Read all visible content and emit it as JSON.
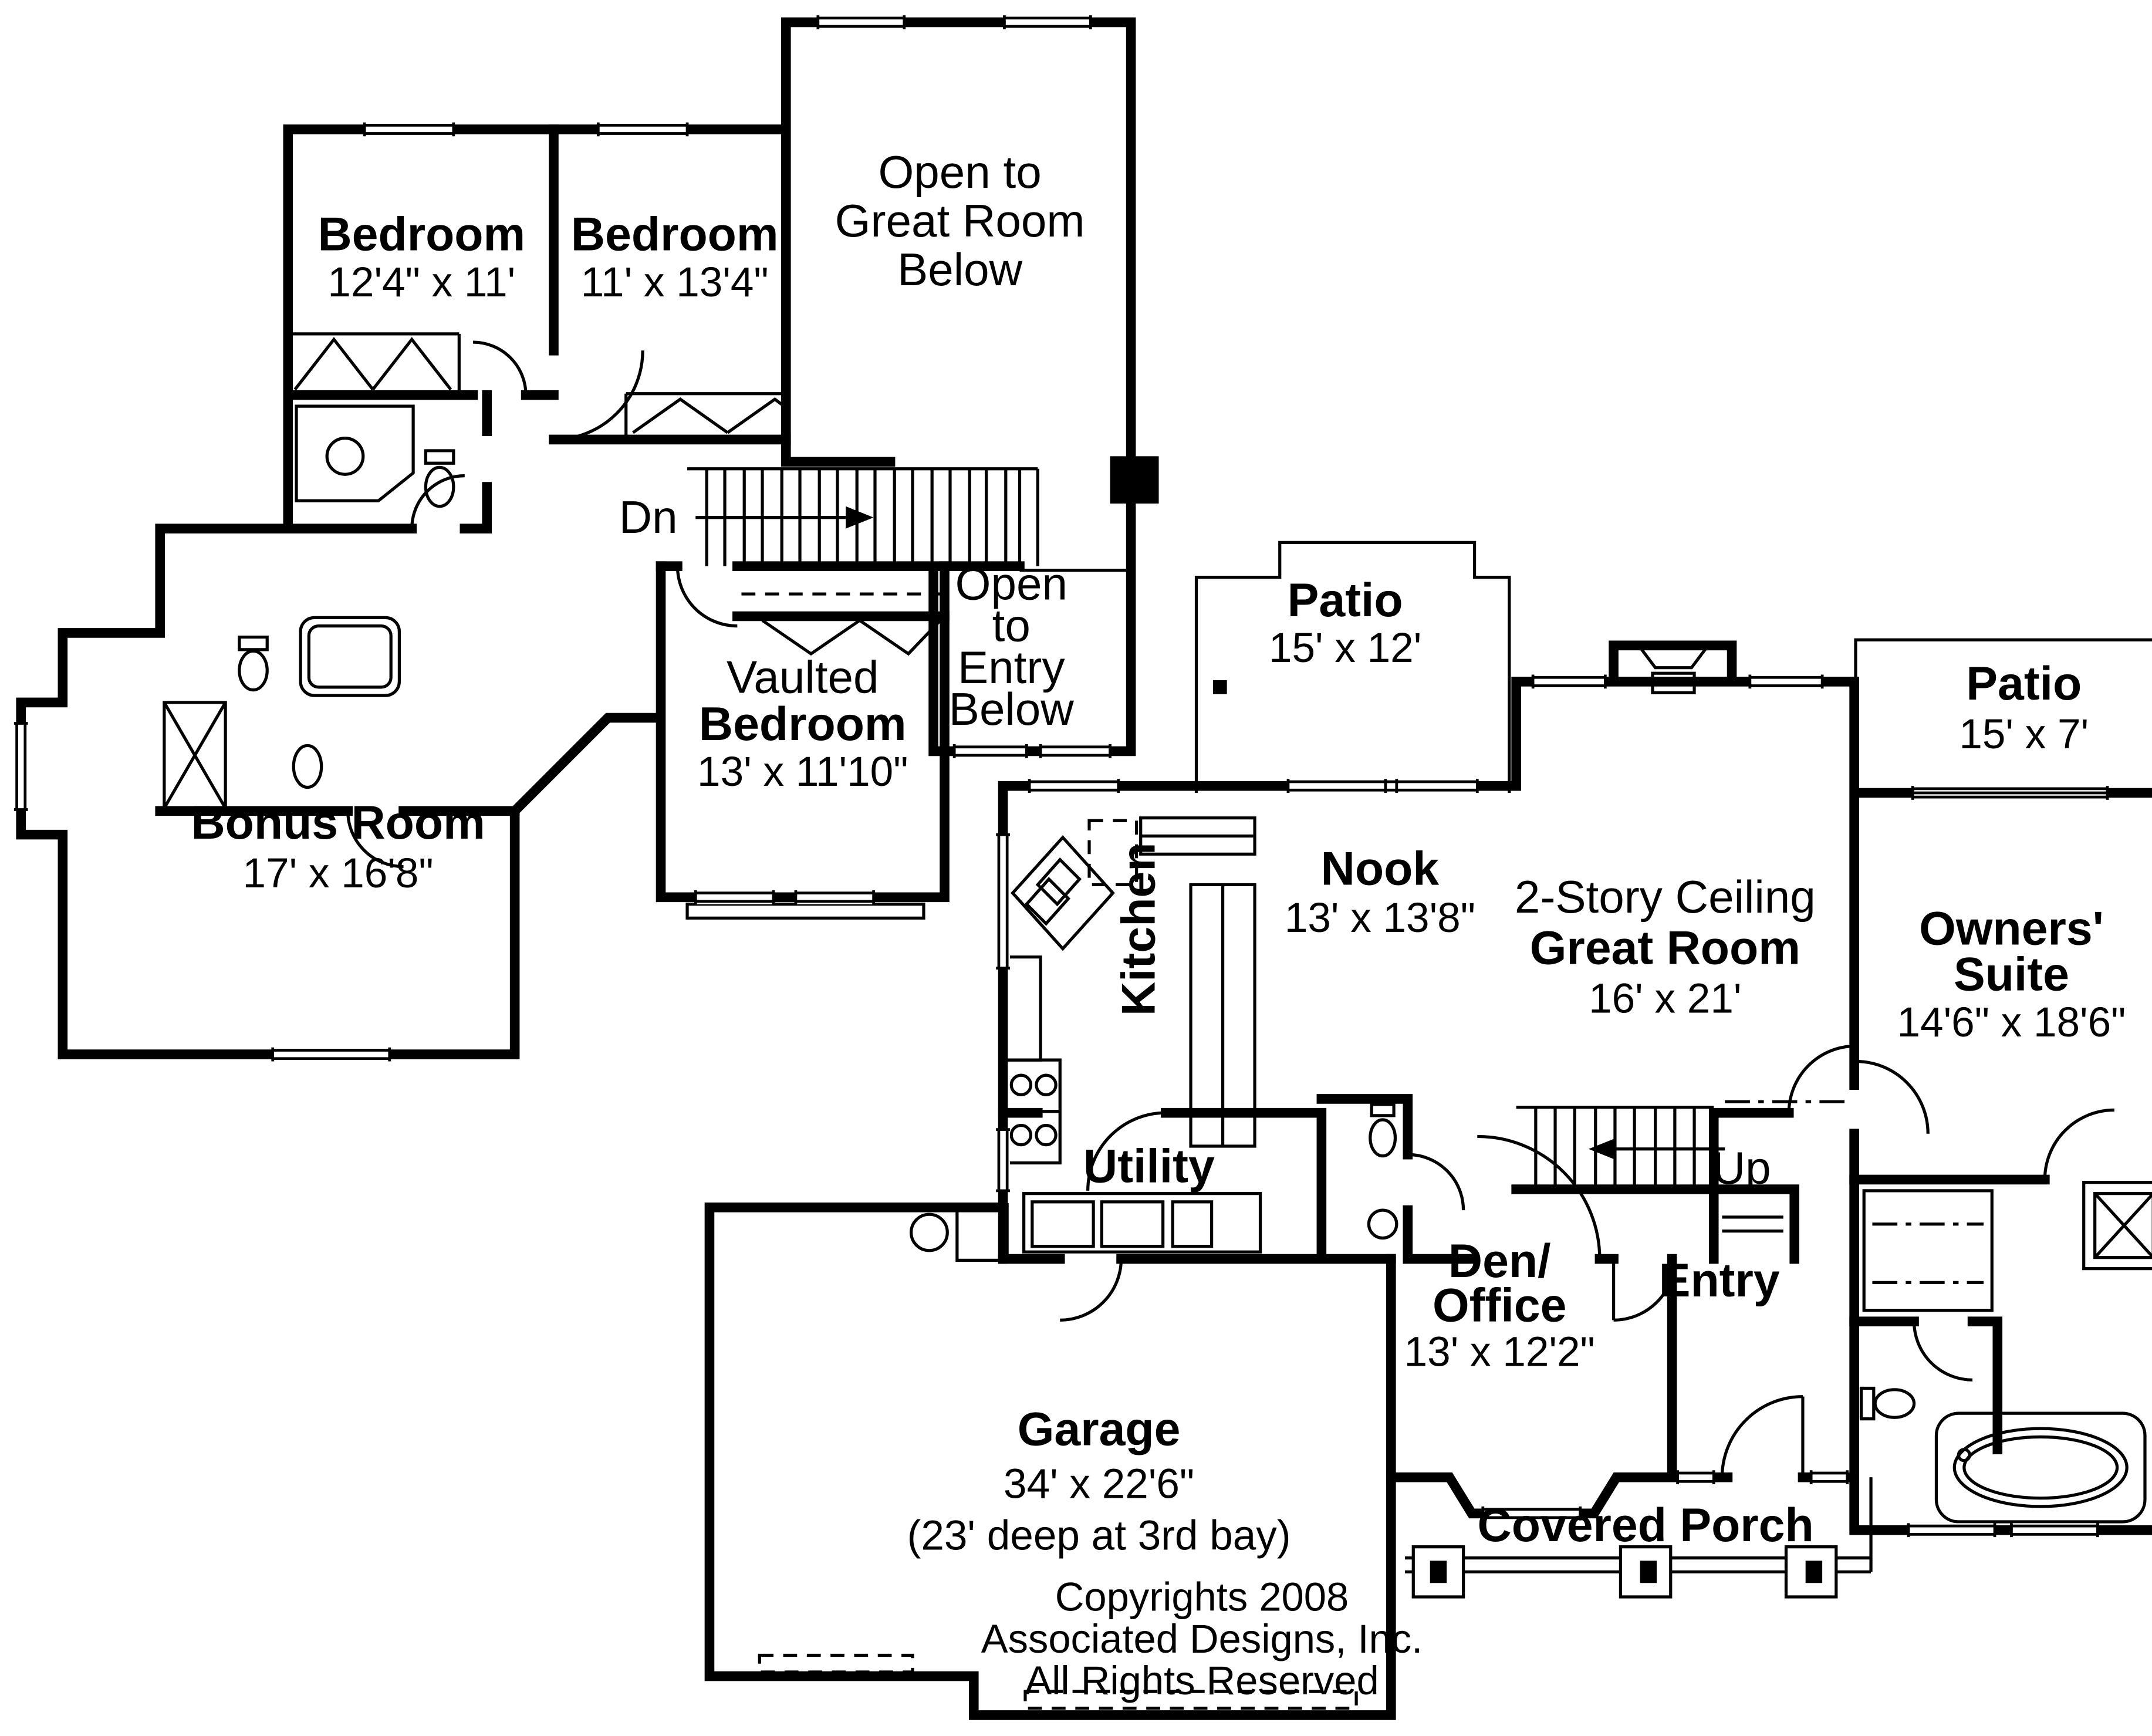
{
  "document": {
    "type": "architectural floor plan, two levels, black and white line drawing",
    "ink_color": "#000000",
    "paper_color": "#ffffff"
  },
  "upper_floor": {
    "bedroom_a": {
      "name": "Bedroom",
      "dims": "12'4\" x 11'"
    },
    "bedroom_b": {
      "name": "Bedroom",
      "dims": "11' x 13'4\""
    },
    "open_to_great_room": {
      "line1": "Open to",
      "line2": "Great Room",
      "line3": "Below"
    },
    "stairs": {
      "label": "Dn"
    },
    "open_to_entry": {
      "line1": "Open",
      "line2": "to",
      "line3": "Entry",
      "line4": "Below"
    },
    "vaulted_bedroom": {
      "style": "Vaulted",
      "name": "Bedroom",
      "dims": "13' x 11'10\""
    },
    "bonus_room": {
      "name": "Bonus Room",
      "dims": "17' x 16'8\""
    }
  },
  "main_floor": {
    "patio_rear": {
      "name": "Patio",
      "dims": "15' x 12'"
    },
    "patio_side": {
      "name": "Patio",
      "dims": "15' x 7'"
    },
    "kitchen": {
      "name": "Kitchen"
    },
    "nook": {
      "name": "Nook",
      "dims": "13' x 13'8\""
    },
    "great_room": {
      "ceiling": "2-Story Ceiling",
      "name": "Great Room",
      "dims": "16' x 21'"
    },
    "owners_suite": {
      "name_line1": "Owners'",
      "name_line2": "Suite",
      "dims": "14'6\" x 18'6\""
    },
    "utility": {
      "name": "Utility"
    },
    "den_office": {
      "name_line1": "Den/",
      "name_line2": "Office",
      "dims": "13' x 12'2\""
    },
    "entry": {
      "name": "Entry"
    },
    "stairs": {
      "label": "Up"
    },
    "garage": {
      "name": "Garage",
      "dims": "34' x 22'6\"",
      "note": "(23' deep at 3rd bay)"
    },
    "covered_porch": {
      "name": "Covered Porch"
    }
  },
  "copyright": {
    "line1": "Copyrights 2008",
    "line2": "Associated Designs, Inc.",
    "line3": "All Rights Reserved"
  }
}
